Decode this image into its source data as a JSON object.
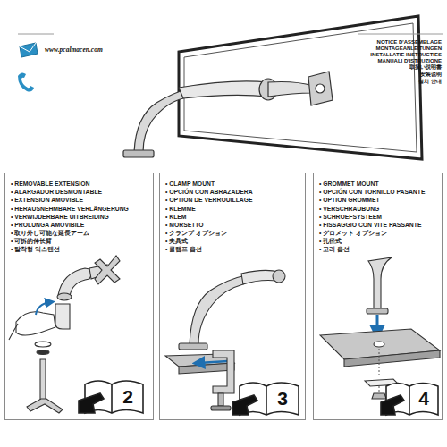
{
  "diagram": {
    "nodes": [
      {
        "text": [
          "• REMOVABLE EXTENSION",
          "• ALARGADOR DESMONTABLE",
          "• EXTENSION AMOVIBLE",
          "• HERAUSNEHMBARE VERLÄNGERUNG",
          "• VERWIJDERBARE UITBREIDING",
          "• PROLUNGA AMOVIBILE",
          "• 取り外し可能な延長アーム",
          "• 可拆的伸长臂",
          "• 탈착형 익스텐션"
        ]
      },
      {
        "text": [
          "• CLAMP MOUNT",
          "• OPCIÓN CON ABRAZADERA",
          "• OPTION DE VERROUILLAGE",
          "• KLEMME",
          "• KLEM",
          "• MORSETTO",
          "• クランプ オプション",
          "• 夹具式",
          "• 클램프 옵션"
        ]
      },
      {
        "text": [
          "• GROMMET MOUNT",
          "• OPCIÓN CON TORNILLO PASANTE",
          "• OPTION GROMMET",
          "• VERSCHRAUBUNG",
          "• SCHROEFSYSTEEM",
          "• FISSAGGIO CON VITE PASSANTE",
          "• グロメット オプション",
          "• 孔径式",
          "• 고리 옵션"
        ]
      }
    ],
    "labels": [
      "www.pcalmacen.com",
      "NOTICE D'ASSEMBLAGE",
      "MONTAGEANLEITUNGEN",
      "INSTALLATIE INSTRUCTIES",
      "MANUALI D'ISTRUZIONE",
      "取扱い説明書",
      "安装说明",
      "설치 안내",
      "2",
      "3",
      "4"
    ]
  }
}
